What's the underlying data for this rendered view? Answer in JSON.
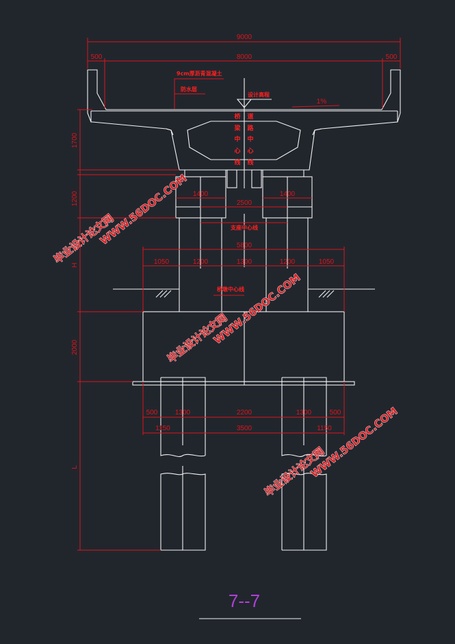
{
  "drawing": {
    "title": "7--7",
    "dimensions": {
      "total_width": "9000",
      "carriageway": "8000",
      "parapet_left": "500",
      "parapet_right": "500",
      "bearing_left": "1400",
      "bearing_right": "1400",
      "bearing_spacing": "2500",
      "cap_width": "5800",
      "cap_segments": [
        "1050",
        "1200",
        "1300",
        "1200",
        "1050"
      ],
      "pile_segments": [
        "500",
        "1300",
        "2200",
        "1300",
        "500"
      ],
      "pile_spacing": [
        "1150",
        "3500",
        "1150"
      ],
      "vertical": [
        "1700",
        "1200",
        "H",
        "2000",
        "L"
      ]
    },
    "annotations": {
      "asphalt": "9cm厚沥青混凝土",
      "waterproof": "防水层",
      "design_elevation": "设计高程",
      "slope": "1%",
      "bridge_centerline": [
        "桥",
        "梁",
        "中",
        "心",
        "线"
      ],
      "road_centerline": [
        "道",
        "路",
        "中",
        "心",
        "线"
      ],
      "bearing_centerline": "支座中心线",
      "pier_centerline": "桥墩中心线"
    },
    "watermark": {
      "cn": "毕业设计论文网",
      "url": "WWW.56DOC.COM"
    }
  }
}
